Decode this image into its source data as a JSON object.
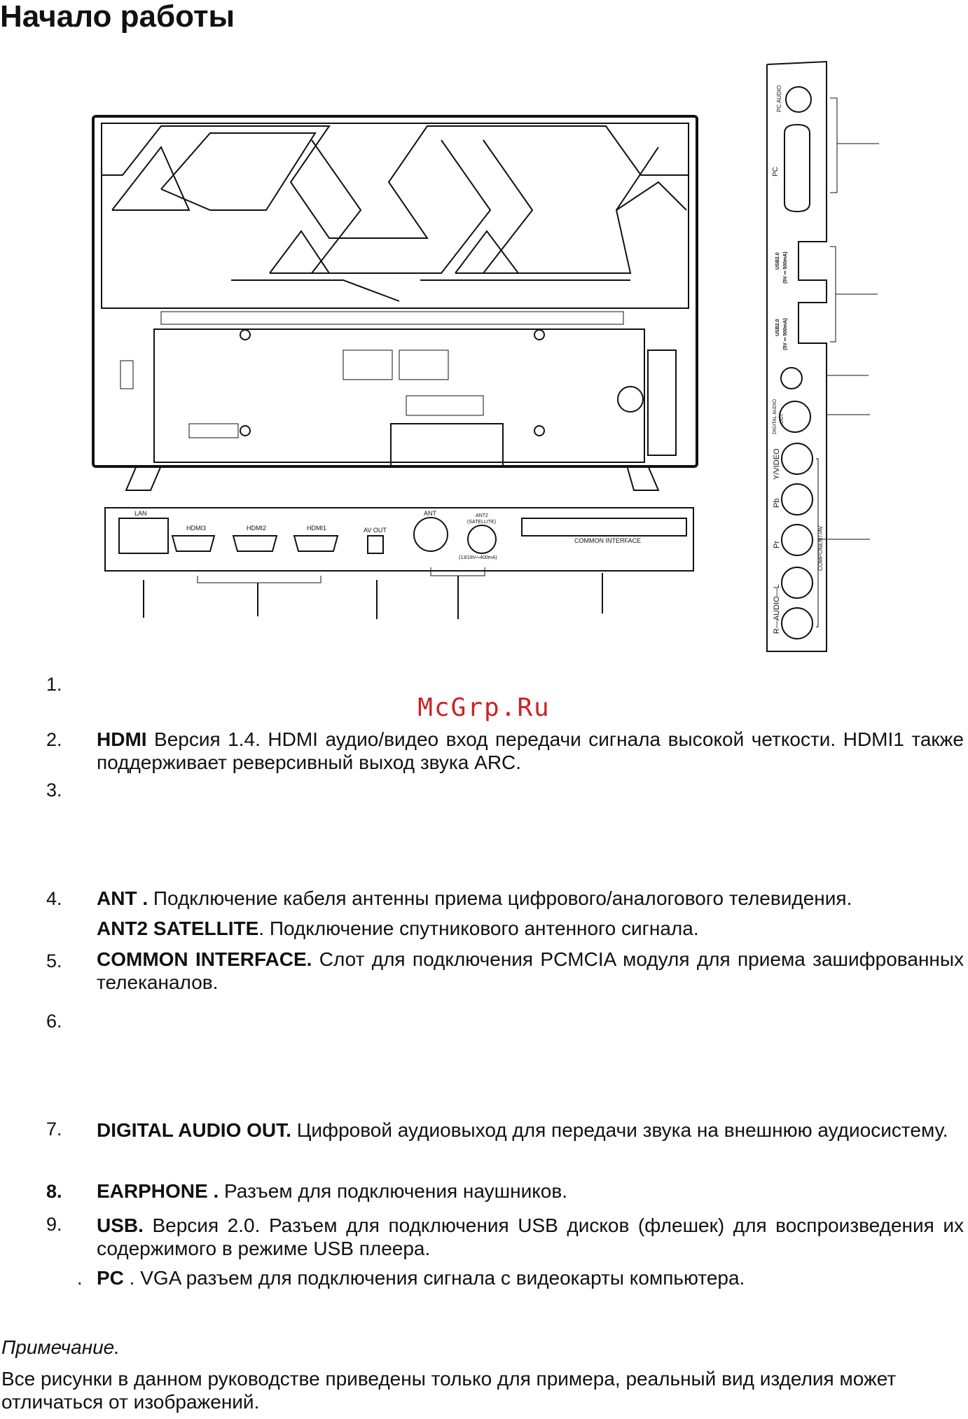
{
  "page": {
    "title": "Начало работы"
  },
  "diagram": {
    "port_labels": {
      "lan": "LAN",
      "hdmi3": "HDMI3",
      "hdmi2": "HDMI2",
      "hdmi1": "HDMI1",
      "av_out": "AV OUT",
      "ant": "ANT",
      "ant2": "ANT2",
      "ant2_sub": "(SATELLITE)",
      "ant2_power": "(13/18V⎓400mA)",
      "common_interface": "COMMON INTERFACE"
    },
    "side_labels": {
      "pc_audio": "PC AUDIO",
      "pc": "PC",
      "usb1": "USB2.0",
      "usb1_power": "(5V ⎓ 500mA)",
      "usb2": "USB2.0",
      "usb2_power": "(5V ⎓ 500mA)",
      "digital_audio": "DIGITAL AUDIO",
      "digital_out": "OUT",
      "y_video": "Y/VIDEO",
      "pb": "Pb",
      "pr": "Pr",
      "component_av": "COMPONENT/AV",
      "audio": "R—AUDIO—L"
    }
  },
  "watermark": "McGrp.Ru",
  "items": [
    {
      "num": "1.",
      "bold": "",
      "text": ""
    },
    {
      "num": "2.",
      "bold": "HDMI",
      "text": " Версия 1.4. HDMI аудио/видео вход передачи сигнала высокой четкости. HDMI1 также поддерживает реверсивный выход звука ARC."
    },
    {
      "num": "3.",
      "bold": "",
      "text": ""
    },
    {
      "num": "4.",
      "bold": "ANT .",
      "text": " Подключение кабеля антенны приема цифрового/аналогового телевидения."
    },
    {
      "num": "",
      "bold": "ANT2 SATELLITE",
      "text": ". Подключение спутникового антенного сигнала."
    },
    {
      "num": "5.",
      "bold": "COMMON INTERFACE.",
      "text": " Слот для подключения PCMCIA модуля для приема зашифрованных телеканалов."
    },
    {
      "num": "6.",
      "bold": "",
      "text": ""
    },
    {
      "num": "7.",
      "bold": "DIGITAL AUDIO OUT.",
      "text": " Цифровой аудиовыход для передачи звука на внешнюю аудиосистему."
    },
    {
      "num": "8.",
      "bold": "EARPHONE .",
      "text": "  Разъем для подключения наушников."
    },
    {
      "num": "9.",
      "bold": "USB.",
      "text": " Версия 2.0. Разъем для подключения USB дисков (флешек) для воспроизведения их содержимого в режиме USB плеера."
    },
    {
      "num": ".",
      "bold": "PC",
      "text": "  . VGA разъем для подключения сигнала с видеокарты компьютера."
    }
  ],
  "note": {
    "title": "Примечание.",
    "text": "Все рисунки в данном руководстве приведены только для примера, реальный вид изделия может отличаться от изображений."
  }
}
